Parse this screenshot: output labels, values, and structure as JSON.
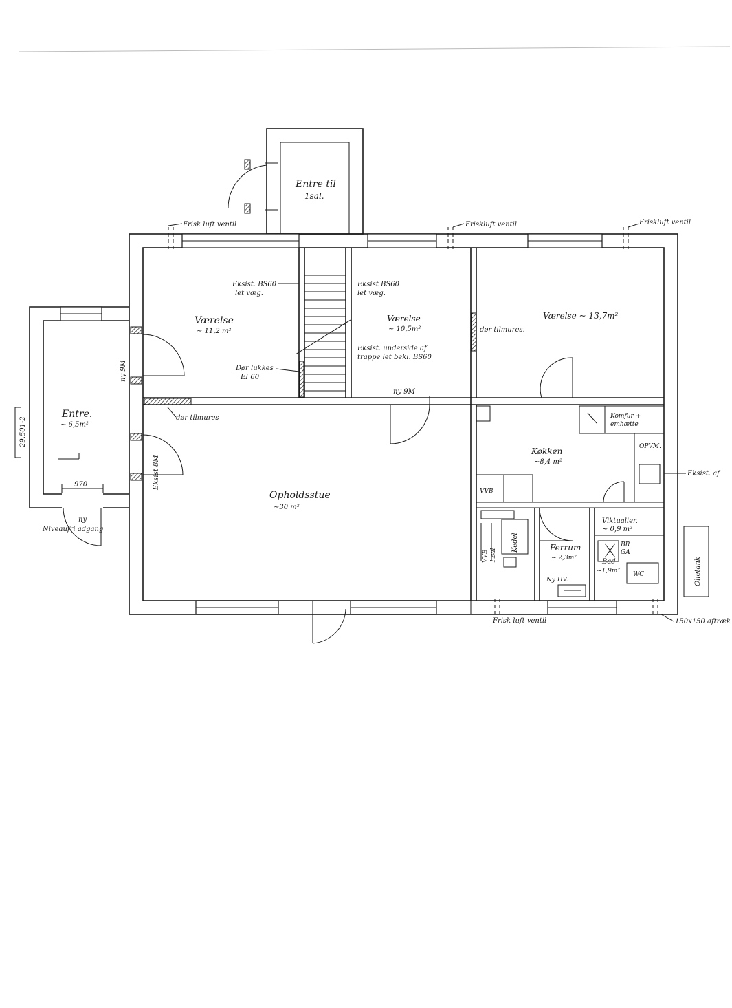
{
  "labels": {
    "entre_1sal_line1": "Entre til",
    "entre_1sal_line2": "1sal.",
    "frisk_luft_ventil_1": "Frisk luft ventil",
    "frisk_luft_ventil_2": "Friskluft ventil",
    "frisk_luft_ventil_3": "Friskluft ventil",
    "frisk_luft_ventil_4": "Frisk luft ventil",
    "vaerelse_1": "Værelse",
    "vaerelse_1_area": "~ 11,2 m²",
    "vaerelse_2": "Værelse",
    "vaerelse_2_area": "~ 10,5m²",
    "vaerelse_3": "Værelse ~ 13,7m²",
    "eksist_bs60_left_1": "Eksist. BS60",
    "eksist_bs60_left_2": "let væg.",
    "eksist_bs60_right_1": "Eksist BS60",
    "eksist_bs60_right_2": "let væg.",
    "eksist_trappe_1": "Eksist. underside af",
    "eksist_trappe_2": "trappe  let bekl. BS60",
    "dor_tilmures_1": "dør tilmures.",
    "dor_tilmures_2": "dør tilmures",
    "dor_lukkes_1": "Dør lukkes",
    "dor_lukkes_2": "EI 60",
    "ny_9m_1": "ny 9M",
    "ny_9m_2": "ny 9M",
    "eksist_8m": "Eksist 8M",
    "entre": "Entre.",
    "entre_area": "~ 6,5m²",
    "dim_970": "970",
    "ny_niveaufri_1": "ny",
    "ny_niveaufri_2": "Niveaufri adgang",
    "section_ref": "29.501-2",
    "opholdsstue": "Opholdsstue",
    "opholdsstue_area": "~30 m²",
    "komfur_1": "Komfur +",
    "komfur_2": "emhætte",
    "kokken": "Køkken",
    "kokken_area": "~8,4 m²",
    "opvm": "OPVM.",
    "vvb": "VVB",
    "eksist_af": "Eksist. af",
    "viktualier": "Viktualier.",
    "viktualier_area": "~ 0,9 m²",
    "vvb_1sal_1": "VVB",
    "vvb_1sal_2": "1.sal",
    "kedel": "Kedel",
    "ferrum": "Ferrum",
    "ferrum_area": "~ 2,3m²",
    "ny_hv": "Ny  HV.",
    "br": "BR",
    "ga": "GA",
    "bad": "Bad",
    "bad_area": "~1,9m²",
    "wc": "WC",
    "olietank": "Olietank",
    "aftraek": "150x150 aftræk"
  }
}
